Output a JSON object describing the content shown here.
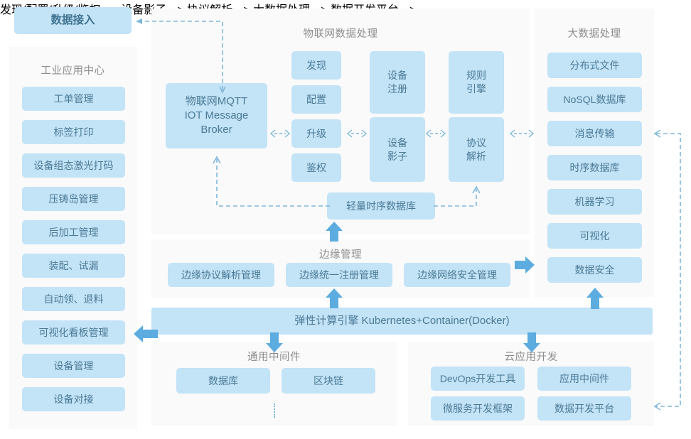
{
  "colors": {
    "box_fill": "#c3e3f7",
    "box_text": "#4a7a96",
    "panel_bg": "#fafafa",
    "panel_title": "#8c8c8c",
    "arrow_solid": "#5cace0",
    "arrow_dashed": "#7fb8da",
    "page_bg": "#ffffff"
  },
  "data_ingest": {
    "label": "数据接入"
  },
  "industrial_app_center": {
    "title": "工业应用中心",
    "items": [
      {
        "label": "工单管理"
      },
      {
        "label": "标签打印"
      },
      {
        "label": "设备组态激光打码"
      },
      {
        "label": "压铸岛管理"
      },
      {
        "label": "后加工管理"
      },
      {
        "label": "装配、试漏"
      },
      {
        "label": "自动领、退料"
      },
      {
        "label": "可视化看板管理"
      },
      {
        "label": "设备管理"
      },
      {
        "label": "设备对接"
      }
    ]
  },
  "iot_processing": {
    "title": "物联网数据处理",
    "broker": {
      "label": "物联网MQTT\nIOT Message\nBroker"
    },
    "mid_items": [
      {
        "label": "发现"
      },
      {
        "label": "配置"
      },
      {
        "label": "升级"
      },
      {
        "label": "鉴权"
      }
    ],
    "device_items": [
      {
        "label": "设备\n注册"
      },
      {
        "label": "设备\n影子"
      }
    ],
    "engine_items": [
      {
        "label": "规则\n引擎"
      },
      {
        "label": "协议\n解析"
      }
    ],
    "lite_tsdb": {
      "label": "轻量时序数据库"
    }
  },
  "big_data": {
    "title": "大数据处理",
    "items": [
      {
        "label": "分布式文件"
      },
      {
        "label": "NoSQL数据库"
      },
      {
        "label": "消息传输"
      },
      {
        "label": "时序数据库"
      },
      {
        "label": "机器学习"
      },
      {
        "label": "可视化"
      },
      {
        "label": "数据安全"
      }
    ]
  },
  "edge_management": {
    "title": "边缘管理",
    "items": [
      {
        "label": "边缘协议解析管理"
      },
      {
        "label": "边缘统一注册管理"
      },
      {
        "label": "边缘网络安全管理"
      }
    ]
  },
  "compute_engine": {
    "label": "弹性计算引擎    Kubernetes+Container(Docker)"
  },
  "common_middleware": {
    "title": "通用中间件",
    "items": [
      {
        "label": "数据库"
      },
      {
        "label": "区块链"
      }
    ],
    "more_indicator": "⋮"
  },
  "cloud_app_dev": {
    "title": "云应用开发",
    "items": [
      {
        "label": "DevOps开发工具"
      },
      {
        "label": "应用中间件"
      },
      {
        "label": "微服务开发框架"
      },
      {
        "label": "数据开发平台"
      }
    ]
  },
  "connectors": {
    "broker_to_ingest": "dashed-arrow-left",
    "broker_to_mid": "dashed-bidirectional",
    "mid_to_device": "dashed-bidirectional",
    "device_to_engine": "dashed-bidirectional",
    "engine_to_bigdata": "dashed-bidirectional",
    "tsdb_to_broker": "dashed-arrow-up",
    "tsdb_to_parse": "dashed-arrow-up",
    "edge_to_tsdb": "solid-arrow-up",
    "edge_to_bigdata": "solid-arrow-right",
    "k8s_to_edge": "solid-arrow-up",
    "k8s_to_bigdata": "solid-arrow-up",
    "k8s_to_apps": "solid-arrow-left",
    "k8s_to_middleware": "solid-arrow-down",
    "k8s_to_cloudapp": "solid-arrow-down",
    "dataplatform_to_messaging": "dashed-arrow-both"
  }
}
